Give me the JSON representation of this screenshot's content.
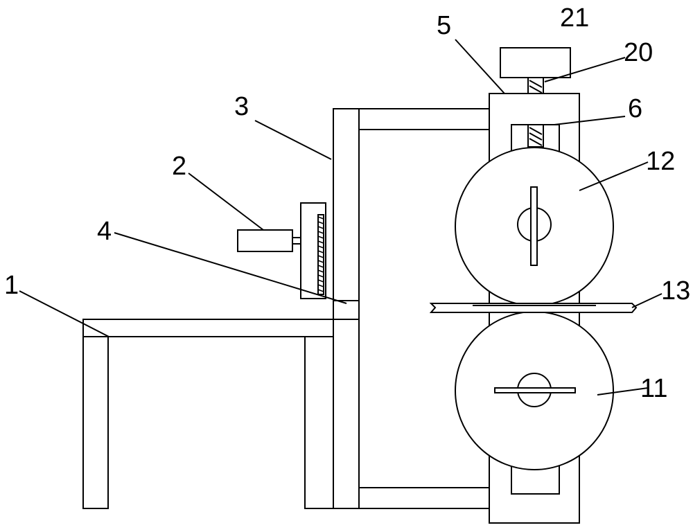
{
  "labels": {
    "l1": "1",
    "l2": "2",
    "l3": "3",
    "l4": "4",
    "l5": "5",
    "l6": "6",
    "l11": "11",
    "l12": "12",
    "l13": "13",
    "l20": "20",
    "l21": "21"
  }
}
